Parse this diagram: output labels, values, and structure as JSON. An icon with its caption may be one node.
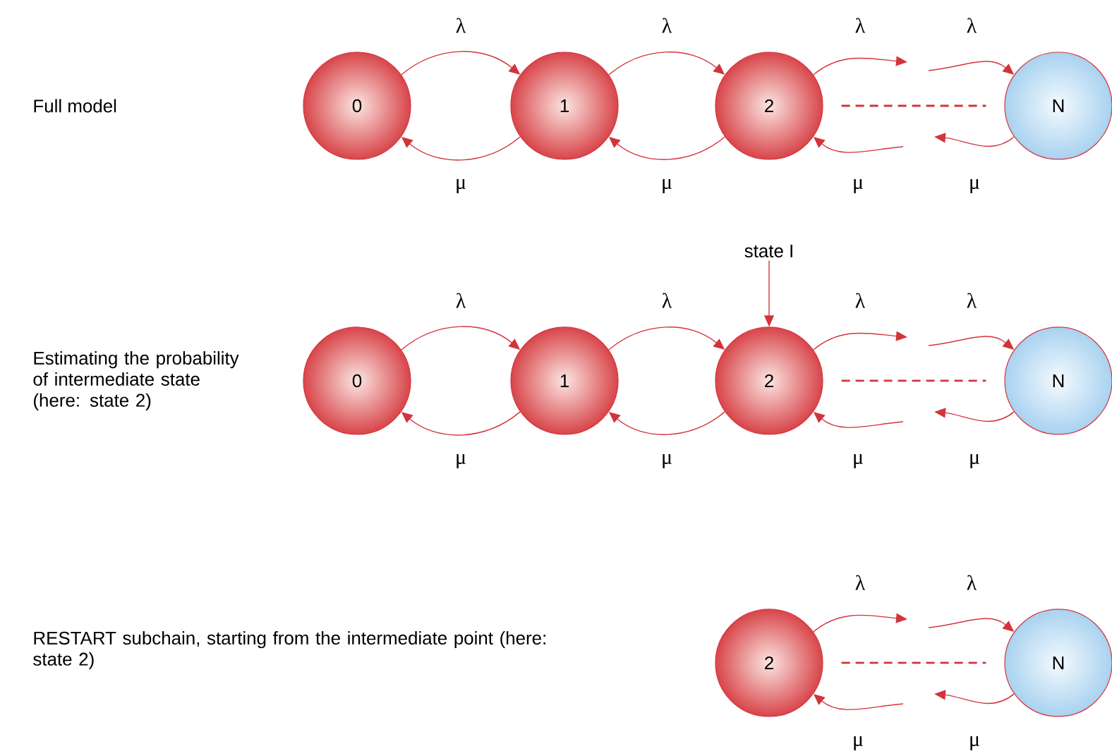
{
  "diagram": {
    "nodes": [
      {
        "text": [
          "0"
        ]
      },
      {
        "text": [
          "1"
        ]
      },
      {
        "text": [
          "2"
        ]
      },
      {
        "text": [
          "N"
        ]
      },
      {
        "text": [
          "state I"
        ]
      },
      {
        "text": [
          "0"
        ]
      },
      {
        "text": [
          "1"
        ]
      },
      {
        "text": [
          "2"
        ]
      },
      {
        "text": [
          "N"
        ]
      },
      {
        "text": [
          "2"
        ]
      },
      {
        "text": [
          "N"
        ]
      }
    ],
    "edges": [
      {
        "from": 0,
        "to": 1,
        "arrow": "to",
        "label": "λ"
      },
      {
        "from": 1,
        "to": 2,
        "arrow": "to",
        "label": "λ"
      },
      {
        "from": 2,
        "to": null,
        "arrow": "to",
        "label": "λ"
      },
      {
        "from": null,
        "to": 3,
        "arrow": "to",
        "label": "λ"
      },
      {
        "from": 1,
        "to": 0,
        "arrow": "to",
        "label": "μ"
      },
      {
        "from": 2,
        "to": 1,
        "arrow": "to",
        "label": "μ"
      },
      {
        "from": 3,
        "to": null,
        "arrow": "to",
        "label": "μ"
      },
      {
        "from": null,
        "to": 2,
        "arrow": "to",
        "label": "μ"
      },
      {
        "from": 2,
        "to": 3,
        "arrow": "none",
        "style": "dashed"
      },
      {
        "from": 5,
        "to": 6,
        "arrow": "to",
        "label": "λ"
      },
      {
        "from": 6,
        "to": 7,
        "arrow": "to",
        "label": "λ"
      },
      {
        "from": 7,
        "to": null,
        "arrow": "to",
        "label": "λ"
      },
      {
        "from": null,
        "to": 8,
        "arrow": "to",
        "label": "λ"
      },
      {
        "from": 6,
        "to": 5,
        "arrow": "to",
        "label": "μ"
      },
      {
        "from": 7,
        "to": 6,
        "arrow": "to",
        "label": "μ"
      },
      {
        "from": 8,
        "to": null,
        "arrow": "to",
        "label": "μ"
      },
      {
        "from": null,
        "to": 7,
        "arrow": "to",
        "label": "μ"
      },
      {
        "from": 7,
        "to": 8,
        "arrow": "none",
        "style": "dashed"
      },
      {
        "from": 4,
        "to": 7,
        "arrow": "to"
      },
      {
        "from": 9,
        "to": null,
        "arrow": "to",
        "label": "λ"
      },
      {
        "from": null,
        "to": 10,
        "arrow": "to",
        "label": "λ"
      },
      {
        "from": 10,
        "to": null,
        "arrow": "to",
        "label": "μ"
      },
      {
        "from": null,
        "to": 9,
        "arrow": "to",
        "label": "μ"
      },
      {
        "from": 9,
        "to": 10,
        "arrow": "none",
        "style": "dashed"
      }
    ],
    "labels": [
      "Full model",
      "Estimating the probability of intermediate state (here: state 2)",
      "RESTART subchain, starting from the intermediate point (here: state 2)"
    ]
  }
}
